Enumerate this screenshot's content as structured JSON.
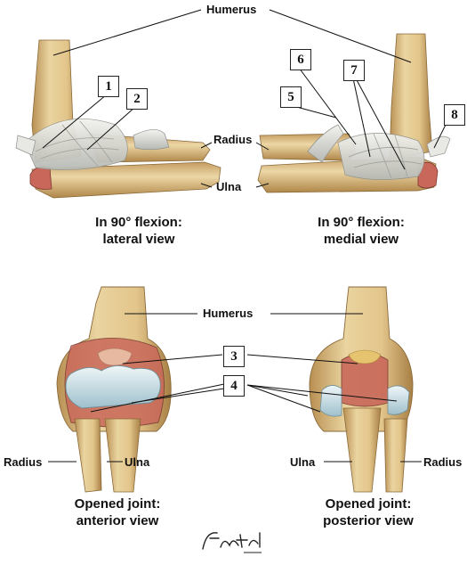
{
  "labels": {
    "humerus": "Humerus",
    "radius": "Radius",
    "ulna": "Ulna"
  },
  "captions": {
    "top_left_line1": "In 90° flexion:",
    "top_left_line2": "lateral view",
    "top_right_line1": "In 90° flexion:",
    "top_right_line2": "medial view",
    "bottom_left_line1": "Opened joint:",
    "bottom_left_line2": "anterior view",
    "bottom_right_line1": "Opened joint:",
    "bottom_right_line2": "posterior view"
  },
  "numbers": [
    "1",
    "2",
    "3",
    "4",
    "5",
    "6",
    "7",
    "8"
  ],
  "signature": "F. Netter M.D.",
  "colors": {
    "bone": "#e6cf9a",
    "bone_shade": "#c9a66a",
    "ligament": "#dcdcd6",
    "cartilage": "#cfe2ea",
    "synovial": "#c9685a"
  }
}
